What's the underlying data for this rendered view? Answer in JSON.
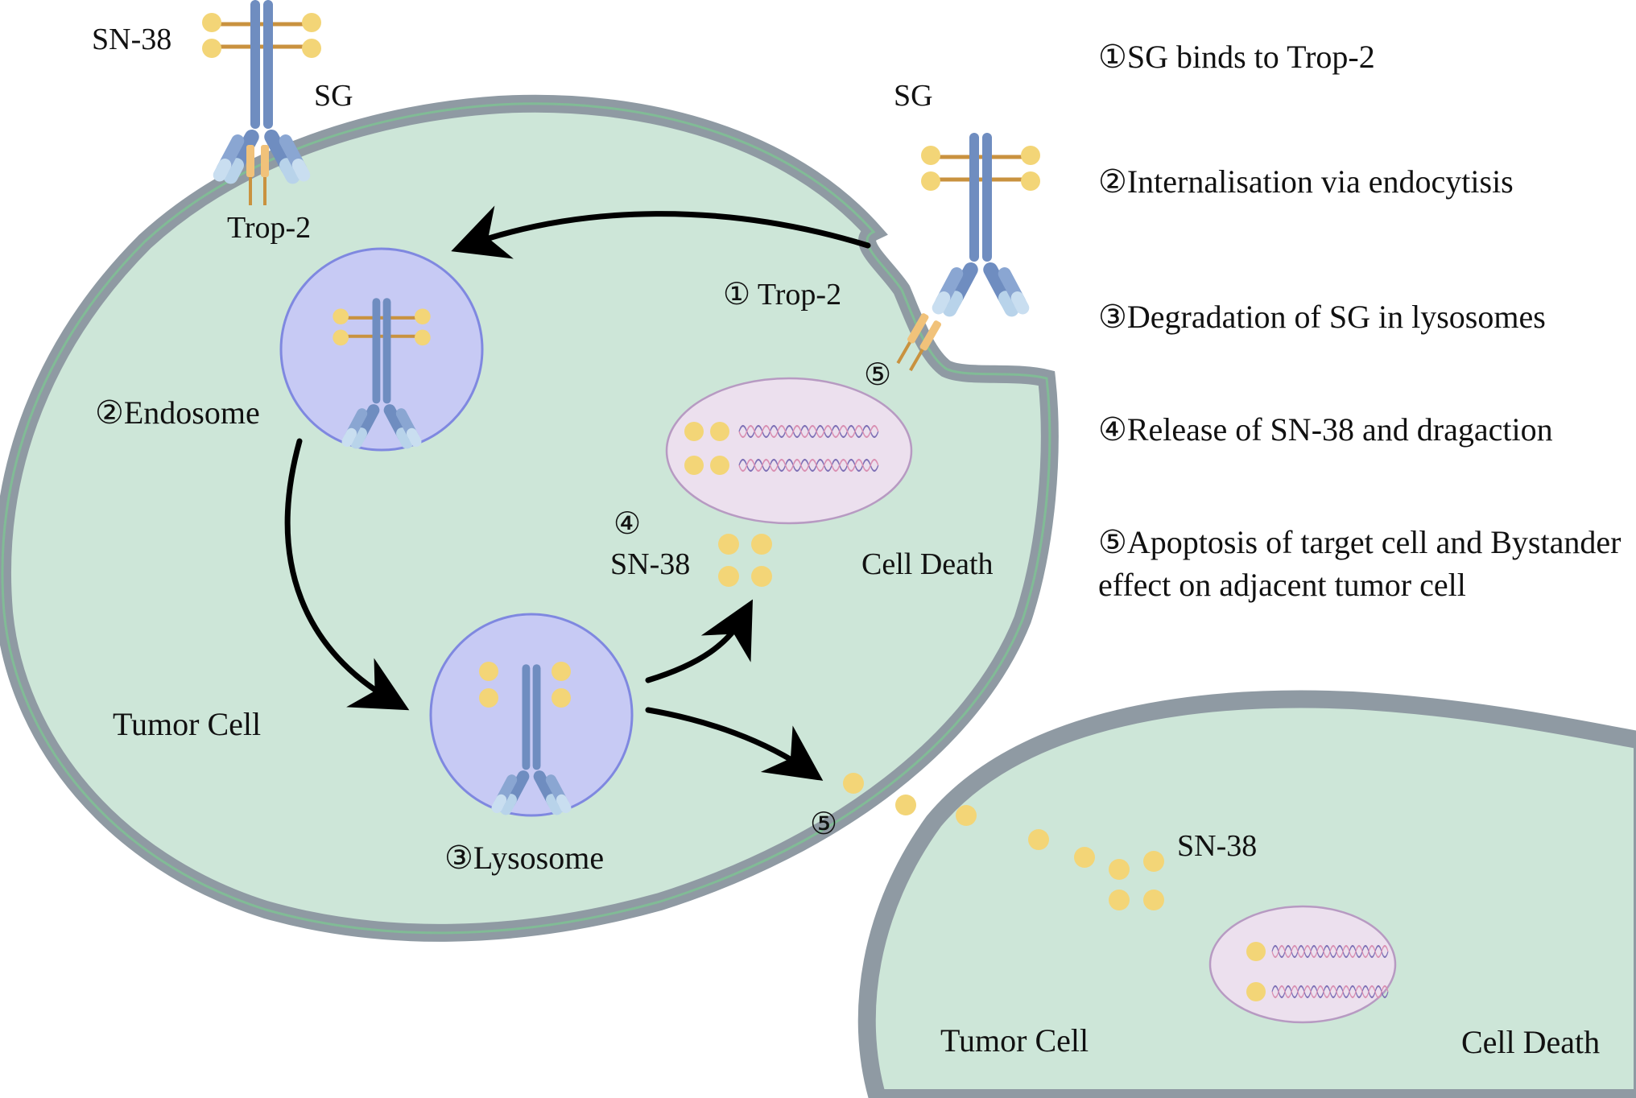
{
  "colors": {
    "cytoplasm": "#cde6d8",
    "membrane": "#8f9aa3",
    "membrane_inner": "#7fbf95",
    "vesicle_fill": "#c7caf4",
    "vesicle_stroke": "#7f88e0",
    "antibody_dark": "#6f8dc0",
    "antibody_light": "#b8d3ea",
    "payload": "#f3d577",
    "linker": "#c9923f",
    "trop2": "#f1c27a",
    "nucleus_fill": "#ece0ee",
    "dna_a": "#7d6fb5",
    "dna_b": "#d98fb2",
    "arrow": "#000000"
  },
  "icons": [
    "antibody-drug-conjugate-icon",
    "trop2-receptor-icon",
    "sn38-payload-icon",
    "dna-helix-icon",
    "nucleus-icon",
    "endosome-icon",
    "lysosome-icon"
  ],
  "labels": {
    "sn38_top": "SN-38",
    "sg_top": "SG",
    "trop2_top": "Trop-2",
    "sg_right": "SG",
    "step1_trop2": "① Trop-2",
    "step2_endosome": "②Endosome",
    "step5_membrane": "⑤",
    "step4_marker": "④",
    "sn38_mid": "SN-38",
    "cell_death_main": "Cell Death",
    "tumor_cell_main": "Tumor Cell",
    "step3_lysosome": "③Lysosome",
    "step5_bystander": "⑤",
    "sn38_neighbor": "SN-38",
    "tumor_cell_neighbor": "Tumor Cell",
    "cell_death_neighbor": "Cell Death"
  },
  "legend": [
    "①SG binds to Trop-2",
    "②Internalisation via endocytisis",
    "③Degradation of SG in lysosomes",
    "④Release of SN-38 and dragaction",
    "⑤Apoptosis of target cell and Bystander effect on adjacent tumor cell"
  ]
}
